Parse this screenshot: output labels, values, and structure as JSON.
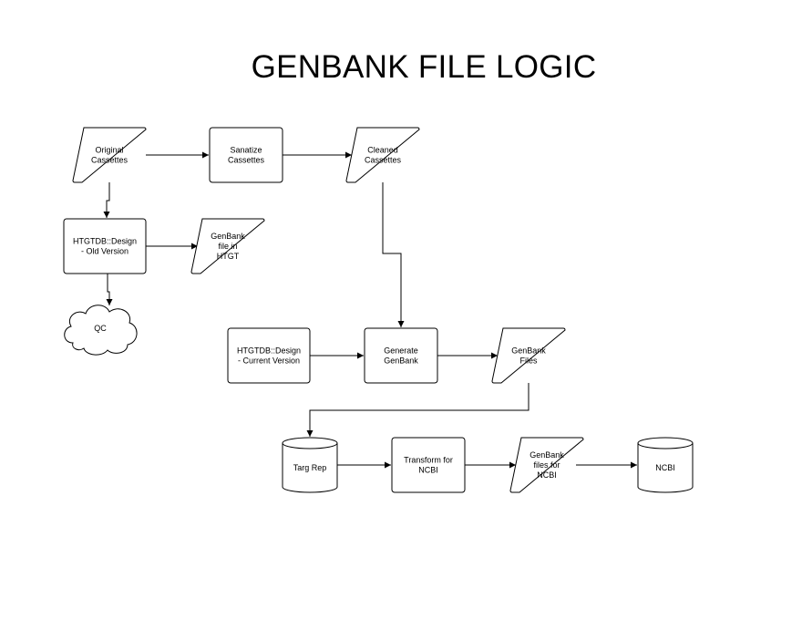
{
  "title": "GENBANK FILE LOGIC",
  "nodes": {
    "original_cassettes": [
      "Original",
      "Cassettes"
    ],
    "sanatize_cassettes": [
      "Sanatize",
      "Cassettes"
    ],
    "cleaned_cassettes": [
      "Cleaned",
      "Cassettes"
    ],
    "design_old": [
      "HTGTDB::Design",
      "- Old Version"
    ],
    "genbank_htgt": [
      "GenBank",
      "file in",
      "HTGT"
    ],
    "qc": [
      "QC"
    ],
    "design_current": [
      "HTGTDB::Design",
      "- Current Version"
    ],
    "generate_genbank": [
      "Generate",
      "GenBank"
    ],
    "genbank_files": [
      "GenBank",
      "Files"
    ],
    "targ_rep": [
      "Targ Rep"
    ],
    "transform_ncbi": [
      "Transform for",
      "NCBI"
    ],
    "genbank_files_ncbi": [
      "GenBank",
      "files for",
      "NCBI"
    ],
    "ncbi": [
      "NCBI"
    ]
  },
  "edges": [
    [
      "original_cassettes",
      "sanatize_cassettes"
    ],
    [
      "sanatize_cassettes",
      "cleaned_cassettes"
    ],
    [
      "original_cassettes",
      "design_old"
    ],
    [
      "design_old",
      "genbank_htgt"
    ],
    [
      "design_old",
      "qc"
    ],
    [
      "cleaned_cassettes",
      "generate_genbank"
    ],
    [
      "design_current",
      "generate_genbank"
    ],
    [
      "generate_genbank",
      "genbank_files"
    ],
    [
      "genbank_files",
      "targ_rep"
    ],
    [
      "targ_rep",
      "transform_ncbi"
    ],
    [
      "transform_ncbi",
      "genbank_files_ncbi"
    ],
    [
      "genbank_files_ncbi",
      "ncbi"
    ]
  ]
}
